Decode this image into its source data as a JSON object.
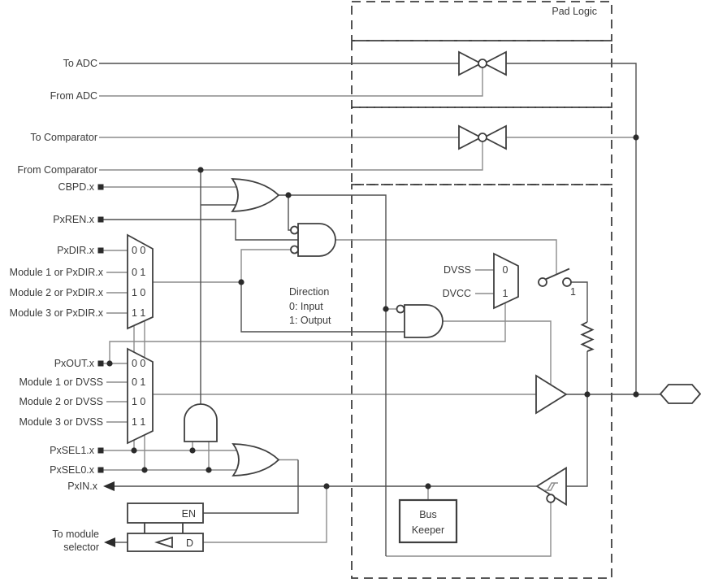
{
  "pad_logic_label": "Pad Logic",
  "signals": {
    "to_adc": "To ADC",
    "from_adc": "From ADC",
    "to_comparator": "To Comparator",
    "from_comparator": "From Comparator",
    "cbpd": "CBPD.x",
    "pxren": "PxREN.x",
    "pxdir": "PxDIR.x",
    "mod1_dir": "Module 1 or PxDIR.x",
    "mod2_dir": "Module 2 or PxDIR.x",
    "mod3_dir": "Module 3 or PxDIR.x",
    "pxout": "PxOUT.x",
    "mod1_dvss": "Module 1 or DVSS",
    "mod2_dvss": "Module 2 or DVSS",
    "mod3_dvss": "Module 3 or DVSS",
    "pxsel1": "PxSEL1.x",
    "pxsel0": "PxSEL0.x",
    "pxin": "PxIN.x",
    "to_module_line1": "To module",
    "to_module_line2": "selector"
  },
  "direction_mux": {
    "row00": "0 0",
    "row01": "0 1",
    "row10": "1 0",
    "row11": "1 1"
  },
  "output_mux": {
    "row00": "0 0",
    "row01": "0 1",
    "row10": "1 0",
    "row11": "1 1"
  },
  "power_mux": {
    "dvss": "DVSS",
    "dvcc": "DVCC",
    "sel0": "0",
    "sel1": "1"
  },
  "direction_note": {
    "line1": "Direction",
    "line2": "0: Input",
    "line3": "1: Output"
  },
  "switch_label": "1",
  "latch": {
    "en": "EN",
    "d": "D"
  },
  "bus_keeper": {
    "line1": "Bus",
    "line2": "Keeper"
  },
  "colors": {
    "wire": "#8b8b8b",
    "wire-dark": "#4f4f4f",
    "shape": "#3f3f3f",
    "text": "#3a3a3a",
    "terminal": "#2b2b2b"
  }
}
